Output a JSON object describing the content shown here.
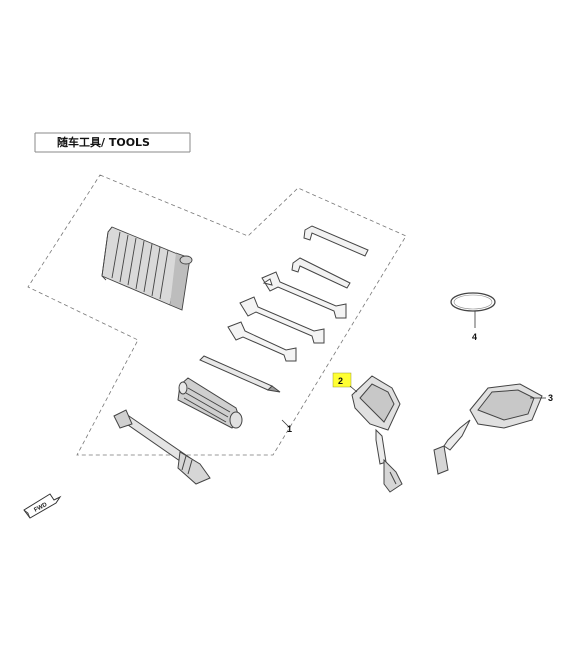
{
  "header": {
    "title": "随车工具/ TOOLS"
  },
  "callouts": [
    {
      "id": "1",
      "label": "1",
      "highlighted": false
    },
    {
      "id": "2",
      "label": "2",
      "highlighted": true
    },
    {
      "id": "3",
      "label": "3",
      "highlighted": false
    },
    {
      "id": "4",
      "label": "4",
      "highlighted": false
    }
  ],
  "fwd_badge": {
    "label": "FWD"
  },
  "colors": {
    "line": "#444444",
    "highlight": "#ffff33",
    "frame": "#999999"
  }
}
